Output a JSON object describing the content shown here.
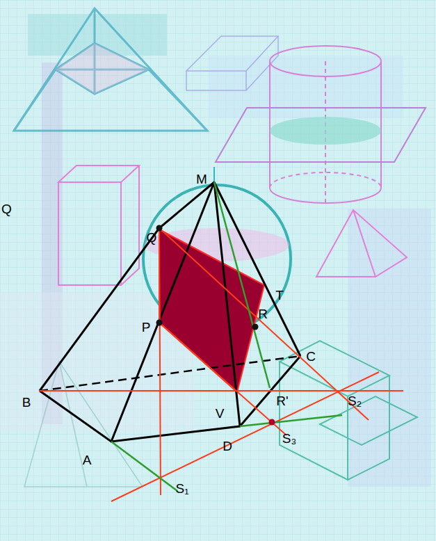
{
  "diagram": {
    "labels": [
      "Q",
      "M",
      "Q",
      "T",
      "P",
      "R",
      "C",
      "B",
      "V",
      "R'",
      "D",
      "A",
      "S₁",
      "S₂",
      "S₃"
    ]
  }
}
